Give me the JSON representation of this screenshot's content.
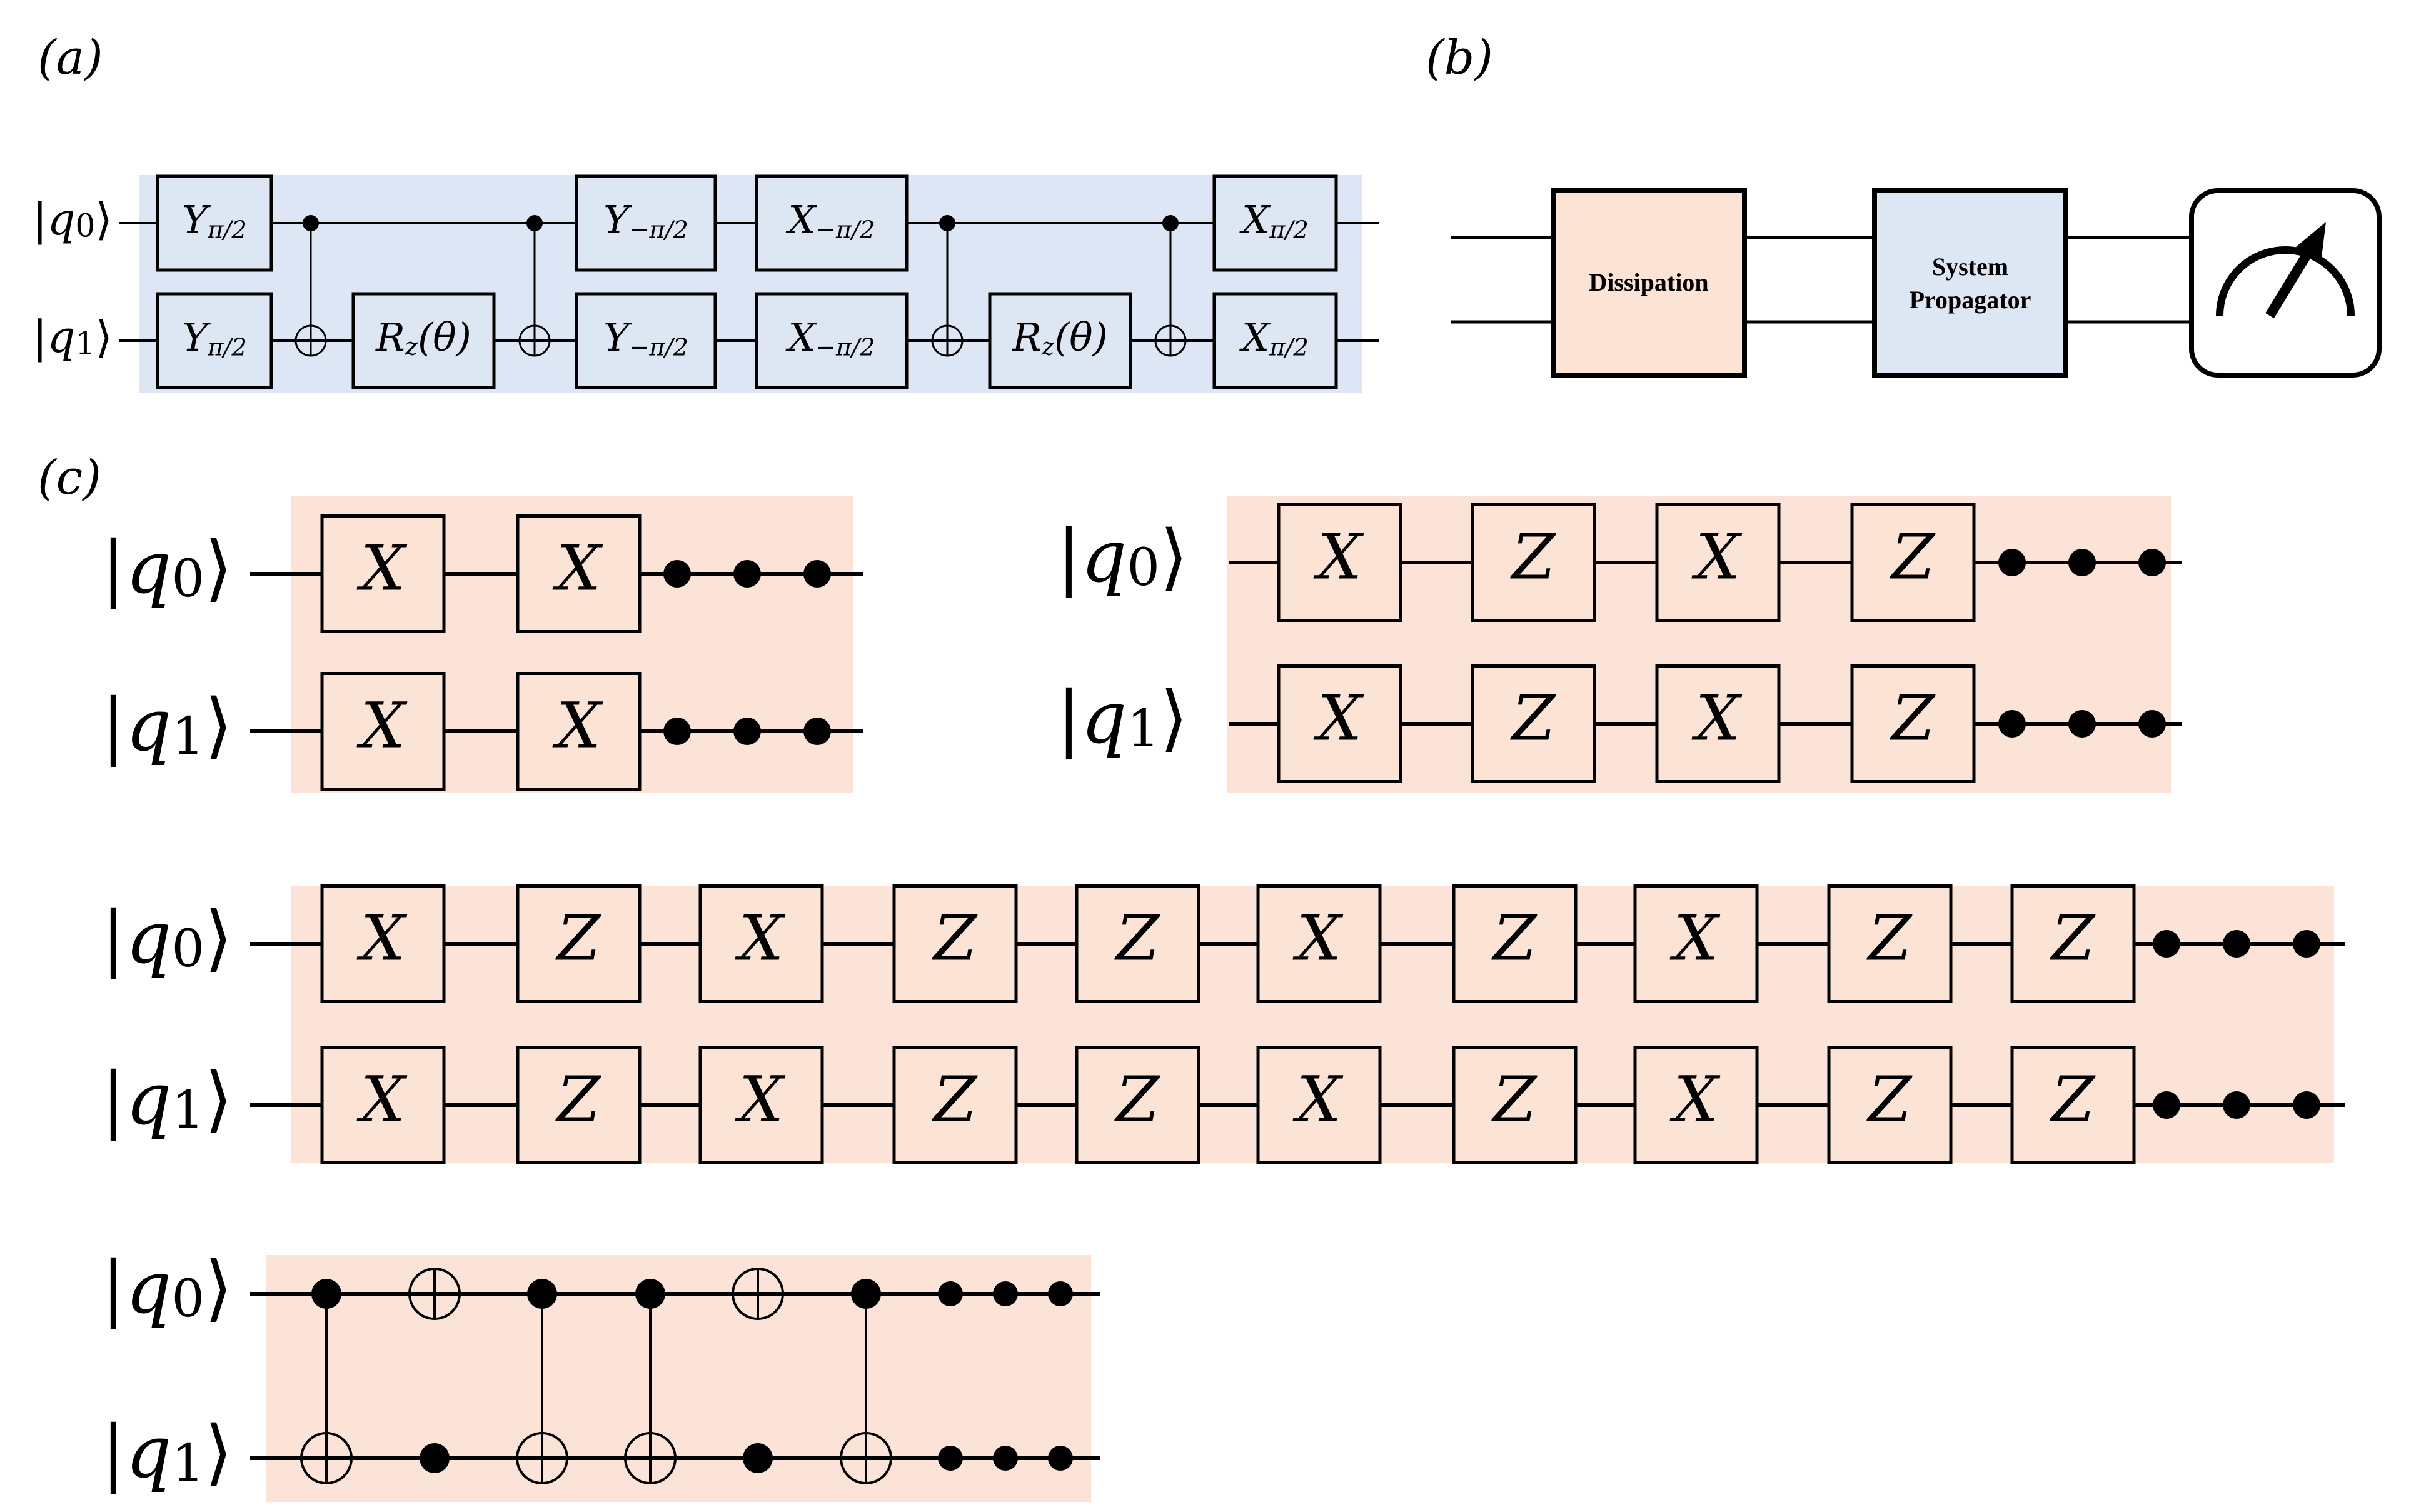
{
  "panels": {
    "a": "(a)",
    "b": "(b)",
    "c": "(c)"
  },
  "colors": {
    "blue_fill": "#dde6f3",
    "blue_bg": "#dce6f4",
    "peach_fill": "#fbe3d6",
    "peach_bg": "#fbe4d7",
    "line": "#000000"
  },
  "qubits": {
    "q0_label": "|q0⟩",
    "q1_label": "|q1⟩"
  },
  "circuit_a": {
    "q0_gates": [
      "Y_{π/2}",
      "Y_{−π/2}",
      "X_{−π/2}",
      "X_{π/2}"
    ],
    "q1_gates": [
      "Y_{π/2}",
      "R_z(θ)",
      "Y_{−π/2}",
      "X_{−π/2}",
      "R_z(θ)",
      "X_{π/2}"
    ],
    "cnots": 4
  },
  "circuit_b": {
    "dissipation": "Dissipation",
    "system_line1": "System",
    "system_line2": "Propagator",
    "meter": "measurement"
  },
  "circuit_c": {
    "row1": [
      "X",
      "X"
    ],
    "row2": [
      "X",
      "Z",
      "X",
      "Z"
    ],
    "row3": [
      "X",
      "Z",
      "X",
      "Z",
      "Z",
      "X",
      "Z",
      "X",
      "Z",
      "Z"
    ],
    "row4_cnot_controls": [
      "q0",
      "q1",
      "q0",
      "q0",
      "q1",
      "q0"
    ]
  }
}
